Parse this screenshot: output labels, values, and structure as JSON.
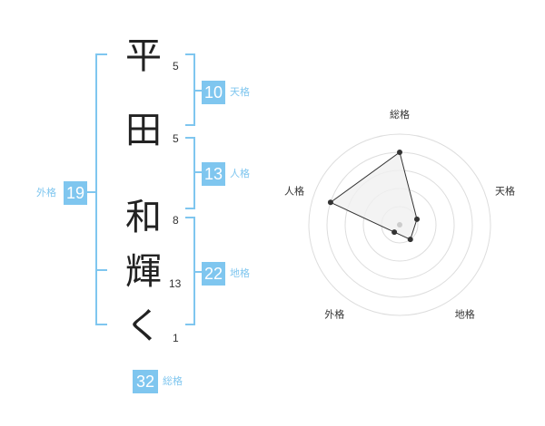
{
  "name": {
    "characters": [
      {
        "char": "平",
        "strokes": "5"
      },
      {
        "char": "田",
        "strokes": "5"
      },
      {
        "char": "和",
        "strokes": "8"
      },
      {
        "char": "輝",
        "strokes": "13"
      },
      {
        "char": "く",
        "strokes": "1"
      }
    ]
  },
  "fortunes": {
    "tenkaku": {
      "value": "10",
      "label": "天格"
    },
    "jinkaku": {
      "value": "13",
      "label": "人格"
    },
    "chikaku": {
      "value": "22",
      "label": "地格"
    },
    "gaikaku": {
      "value": "19",
      "label": "外格"
    },
    "soukaku": {
      "value": "32",
      "label": "総格"
    }
  },
  "colors": {
    "accent": "#7fc6ef",
    "radar_fill": "#f0f0f0",
    "radar_ring": "#dddddd"
  },
  "chart_data": {
    "type": "radar",
    "axes": [
      "総格",
      "天格",
      "地格",
      "外格",
      "人格"
    ],
    "values": [
      4,
      1,
      1,
      0.5,
      4
    ],
    "max": 5,
    "rings": 5
  }
}
